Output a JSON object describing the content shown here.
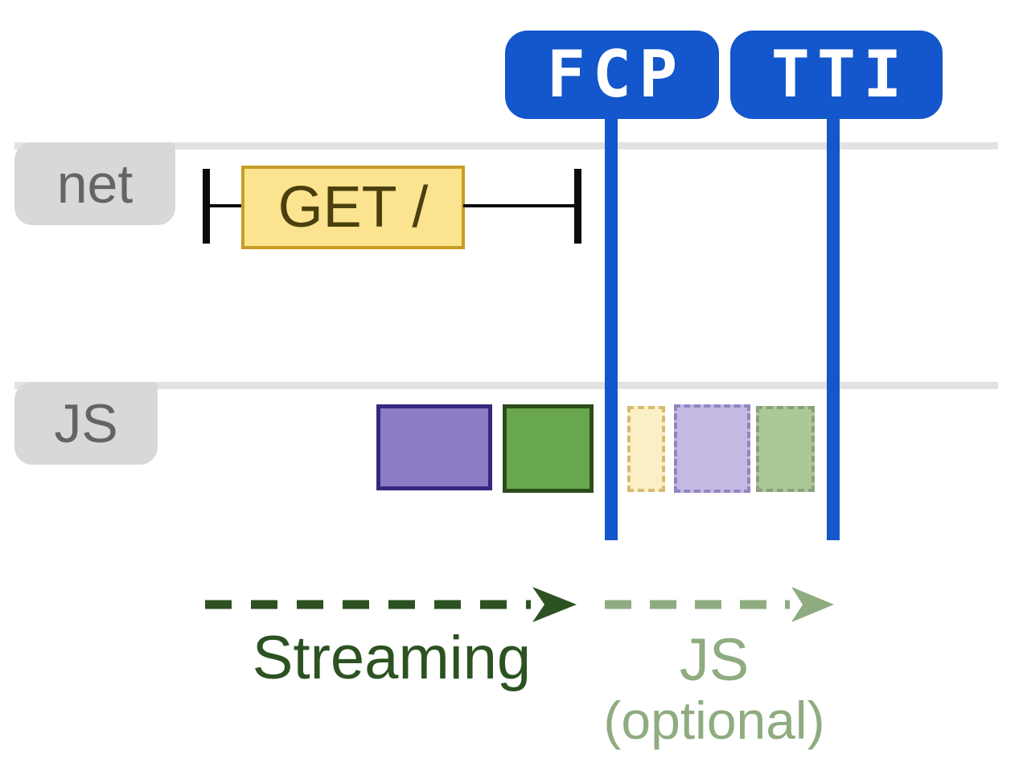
{
  "title": "Streaming server-side rendering timeline with FCP and TTI markers",
  "colors": {
    "accent_blue": "#1456CB",
    "track_line": "#E2E2E2",
    "track_tab": "#D8D8D8",
    "track_label": "#646464",
    "whisker": "#0B0B0B",
    "streaming_green": "#2D5222",
    "optional_green": "#8FAC80"
  },
  "markers": [
    {
      "id": "fcp",
      "label": "FCP"
    },
    {
      "id": "tti",
      "label": "TTI"
    }
  ],
  "tracks": [
    {
      "id": "net",
      "label": "net"
    },
    {
      "id": "js",
      "label": "JS"
    }
  ],
  "net_request": {
    "label": "GET /",
    "fill": "#FCE38F",
    "border": "#C79D26",
    "text_color": "#4A400E"
  },
  "js_tasks": [
    {
      "name": "js-task-purple",
      "fill": "#8B7CC4",
      "border": "#38277F",
      "style": "solid"
    },
    {
      "name": "js-task-green",
      "fill": "#69A74E",
      "border": "#2C4D19",
      "style": "solid"
    },
    {
      "name": "js-task-yellow-optional",
      "fill": "#FBF0C5",
      "border": "#D5BB72",
      "style": "dashed"
    },
    {
      "name": "js-task-purple-optional",
      "fill": "#C4B9E2",
      "border": "#9184C0",
      "style": "dashed"
    },
    {
      "name": "js-task-green-optional",
      "fill": "#ABC897",
      "border": "#8BA07D",
      "style": "dashed"
    }
  ],
  "arrows": [
    {
      "id": "streaming",
      "label": "Streaming",
      "sublabel": "",
      "color": "#2D5222"
    },
    {
      "id": "js-optional",
      "label": "JS",
      "sublabel": "(optional)",
      "color": "#8FAC80"
    }
  ]
}
